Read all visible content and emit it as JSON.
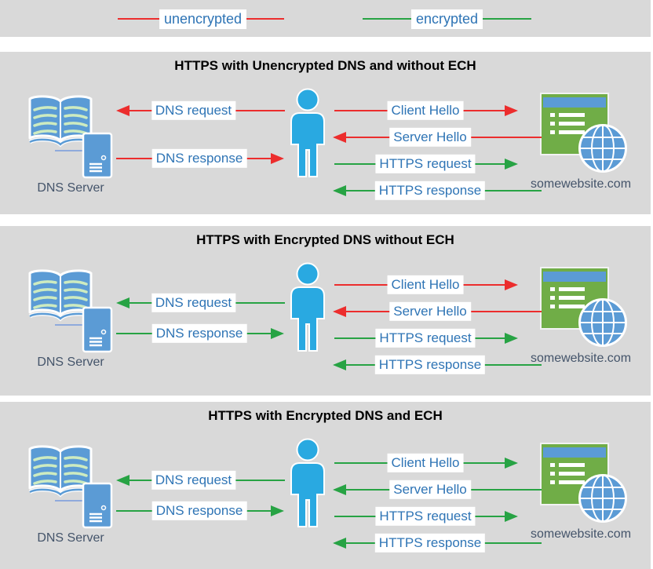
{
  "legend": {
    "items": [
      {
        "label": "unencrypted",
        "encrypted": false
      },
      {
        "label": "encrypted",
        "encrypted": true
      }
    ]
  },
  "colors": {
    "unencrypted_red": "#ec2d2d",
    "encrypted_green": "#27a344",
    "panel_background": "#d9d9d9",
    "arrow_label_text": "#2e74b5",
    "caption_text": "#44546a",
    "person_blue": "#29a9e1",
    "icon_blue": "#5b9bd5",
    "website_green": "#70ad47"
  },
  "panels": [
    {
      "title": "HTTPS with Unencrypted DNS and without ECH",
      "dns_server_label": "DNS Server",
      "website_label": "somewebsite.com",
      "left_arrows": [
        {
          "label": "DNS request",
          "direction": "left",
          "encrypted": false
        },
        {
          "label": "DNS response",
          "direction": "right",
          "encrypted": false
        }
      ],
      "right_arrows": [
        {
          "label": "Client Hello",
          "direction": "right",
          "encrypted": false
        },
        {
          "label": "Server Hello",
          "direction": "left",
          "encrypted": false
        },
        {
          "label": "HTTPS request",
          "direction": "right",
          "encrypted": true
        },
        {
          "label": "HTTPS response",
          "direction": "left",
          "encrypted": true
        }
      ]
    },
    {
      "title": "HTTPS with Encrypted DNS without ECH",
      "dns_server_label": "DNS Server",
      "website_label": "somewebsite.com",
      "left_arrows": [
        {
          "label": "DNS request",
          "direction": "left",
          "encrypted": true
        },
        {
          "label": "DNS response",
          "direction": "right",
          "encrypted": true
        }
      ],
      "right_arrows": [
        {
          "label": "Client Hello",
          "direction": "right",
          "encrypted": false
        },
        {
          "label": "Server Hello",
          "direction": "left",
          "encrypted": false
        },
        {
          "label": "HTTPS request",
          "direction": "right",
          "encrypted": true
        },
        {
          "label": "HTTPS response",
          "direction": "left",
          "encrypted": true
        }
      ]
    },
    {
      "title": "HTTPS with Encrypted DNS and ECH",
      "dns_server_label": "DNS Server",
      "website_label": "somewebsite.com",
      "left_arrows": [
        {
          "label": "DNS request",
          "direction": "left",
          "encrypted": true
        },
        {
          "label": "DNS response",
          "direction": "right",
          "encrypted": true
        }
      ],
      "right_arrows": [
        {
          "label": "Client Hello",
          "direction": "right",
          "encrypted": true
        },
        {
          "label": "Server Hello",
          "direction": "left",
          "encrypted": true
        },
        {
          "label": "HTTPS request",
          "direction": "right",
          "encrypted": true
        },
        {
          "label": "HTTPS response",
          "direction": "left",
          "encrypted": true
        }
      ]
    }
  ]
}
